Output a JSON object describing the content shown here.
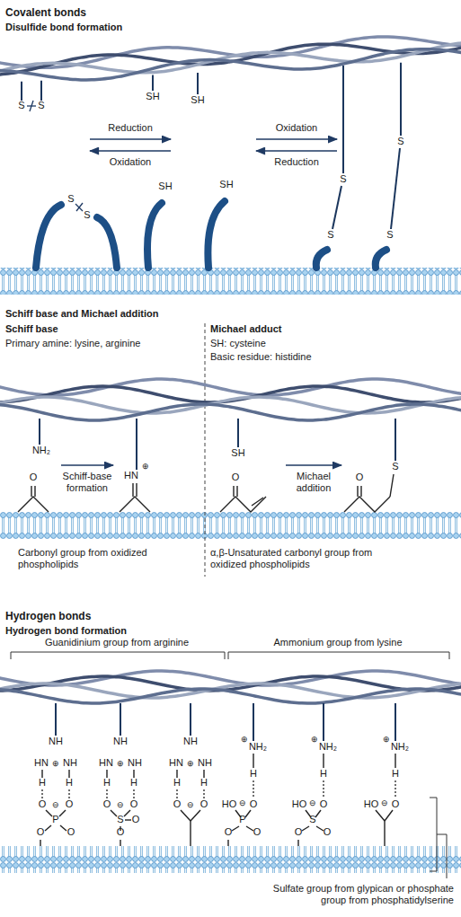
{
  "diagram": {
    "labels": [
      "Covalent bonds",
      "Disulfide bond formation",
      "S",
      "S",
      "SH",
      "SH",
      "Reduction",
      "Oxidation",
      "Oxidation",
      "Reduction",
      "S",
      "S",
      "S",
      "S",
      "SH",
      "SH",
      "S",
      "S",
      "Schiff base and Michael addition",
      "Schiff base",
      "Primary amine: lysine, arginine",
      "Michael adduct",
      "SH: cysteine",
      "Basic residue: histidine",
      "NH₂",
      "O",
      "Schiff-base formation",
      "⊕",
      "HN",
      "SH",
      "O",
      "Michael addition",
      "S",
      "O",
      "Carbonyl group from oxidized phospholipids",
      "α,β-Unsaturated carbonyl group from oxidized phospholipids",
      "Hydrogen bonds",
      "Hydrogen bond formation",
      "Guanidinium group from arginine",
      "Ammonium group from lysine",
      "NH",
      "HN",
      "⊕",
      "NH",
      "H",
      "H",
      "O",
      "⊖",
      "O",
      "P",
      "O",
      "O",
      "NH",
      "HN",
      "⊕",
      "NH",
      "H",
      "H",
      "O",
      "⊖",
      "O",
      "S",
      "O",
      "O",
      "NH",
      "HN",
      "⊕",
      "NH",
      "H",
      "H",
      "O",
      "⊖",
      "O",
      "⊕",
      "NH₂",
      "H",
      "HO",
      "⊖",
      "O",
      "P",
      "O",
      "O",
      "⊕",
      "NH₂",
      "H",
      "HO",
      "⊖",
      "O",
      "S",
      "O",
      "O",
      "⊕",
      "NH₂",
      "H",
      "HO",
      "⊖",
      "O",
      "Sulfate group from glypican or phosphate group from phosphatidylserine"
    ]
  }
}
